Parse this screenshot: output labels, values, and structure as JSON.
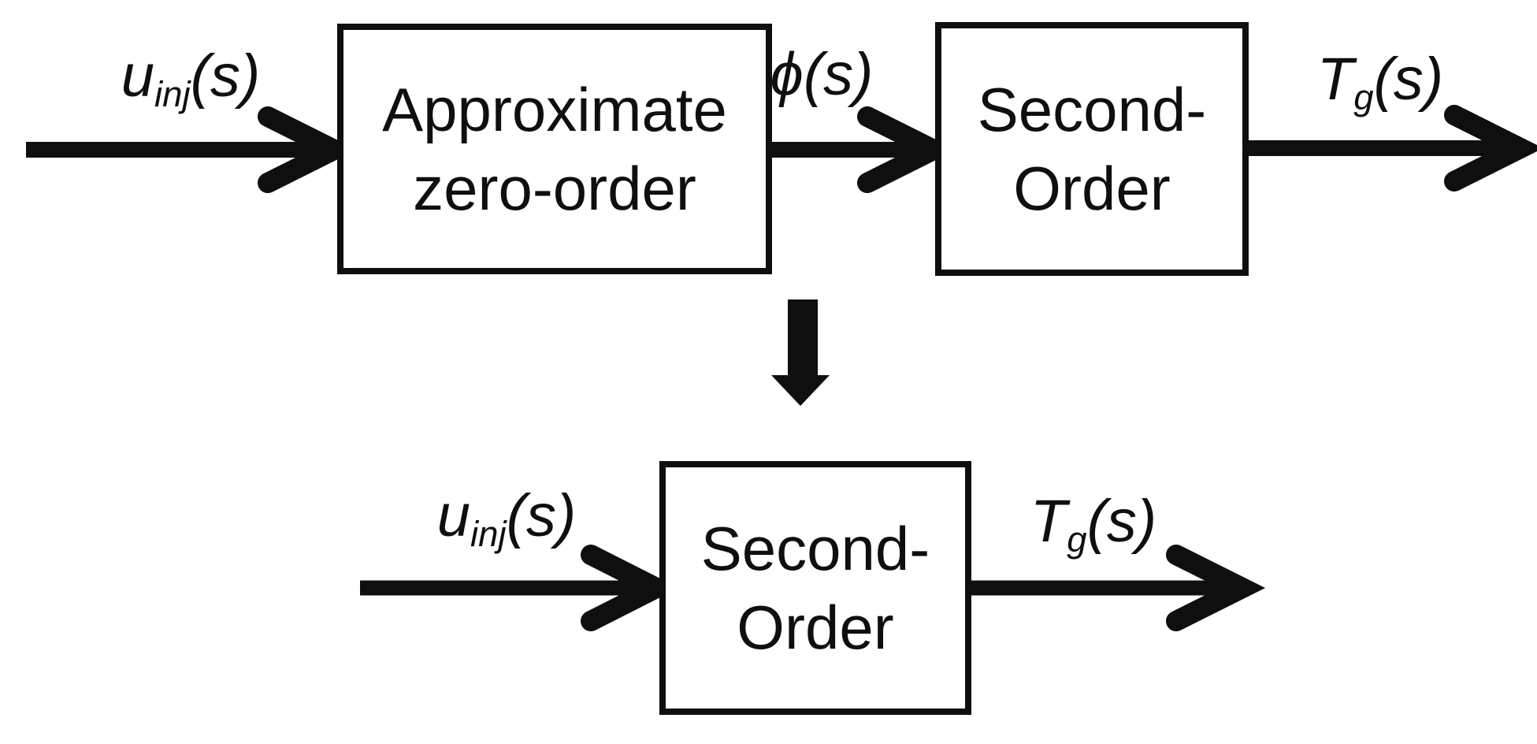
{
  "figure": {
    "type": "block-diagram",
    "description_visible_only": "Two-row signal flow diagram reduced to a single second-order block"
  },
  "colors": {
    "ink": "#0f0f0f",
    "background": "#ffffff"
  },
  "top_diagram": {
    "input_label": {
      "base": "u",
      "sub": "inj",
      "arg": "(s)"
    },
    "block1": {
      "line1": "Approximate",
      "line2": "zero-order"
    },
    "mid_label": {
      "base": "ϕ",
      "sub": "",
      "arg": "(s)"
    },
    "block2": {
      "line1": "Second-",
      "line2": "Order"
    },
    "output_label": {
      "base": "T",
      "sub": "g",
      "arg": "(s)"
    }
  },
  "bottom_diagram": {
    "input_label": {
      "base": "u",
      "sub": "inj",
      "arg": "(s)"
    },
    "block": {
      "line1": "Second-",
      "line2": "Order"
    },
    "output_label": {
      "base": "T",
      "sub": "g",
      "arg": "(s)"
    }
  }
}
